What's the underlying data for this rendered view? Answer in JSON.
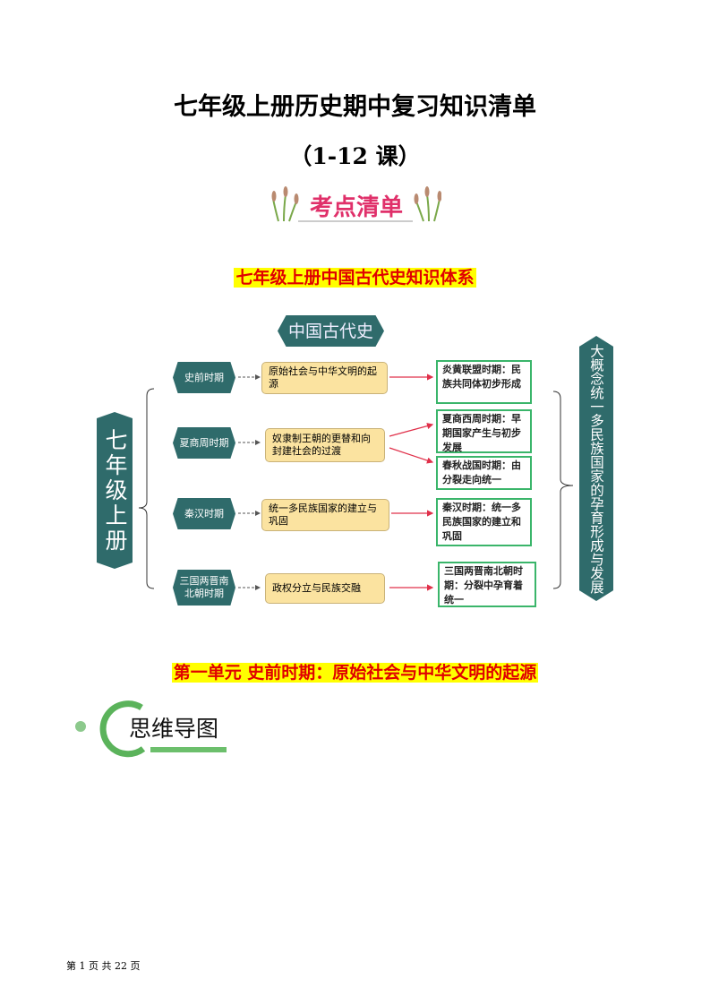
{
  "title": "七年级上册历史期中复习知识清单",
  "subtitle": "（1-12 课）",
  "banner": "考点清单",
  "section1_heading": "七年级上册中国古代史知识体系",
  "diagram": {
    "root": "中国古代史",
    "left_label": "七年级上册",
    "right_label": "大概念统一多民族国家的孕育形成与发展",
    "rows": [
      {
        "period": "史前时期",
        "theme": "原始社会与中华文明的起源",
        "results": [
          "炎黄联盟时期：民族共同体初步形成"
        ]
      },
      {
        "period": "夏商周时期",
        "theme": "奴隶制王朝的更替和向封建社会的过渡",
        "results": [
          "夏商西周时期：早期国家产生与初步发展",
          "春秋战国时期：由分裂走向统一"
        ]
      },
      {
        "period": "秦汉时期",
        "theme": "统一多民族国家的建立与巩固",
        "results": [
          "秦汉时期：统一多民族国家的建立和巩固"
        ]
      },
      {
        "period": "三国两晋南北朝时期",
        "theme": "政权分立与民族交融",
        "results": [
          "三国两晋南北朝时期：分裂中孕育着统一"
        ]
      }
    ],
    "colors": {
      "teal": "#2f6b6b",
      "yellow": "#fbe3a0",
      "green": "#3ab56a",
      "arrow": "#e0304a"
    }
  },
  "section2_heading": "第一单元  史前时期：原始社会与中华文明的起源",
  "mindmap_logo": "思维导图",
  "footer": "第 1 页 共 22 页"
}
